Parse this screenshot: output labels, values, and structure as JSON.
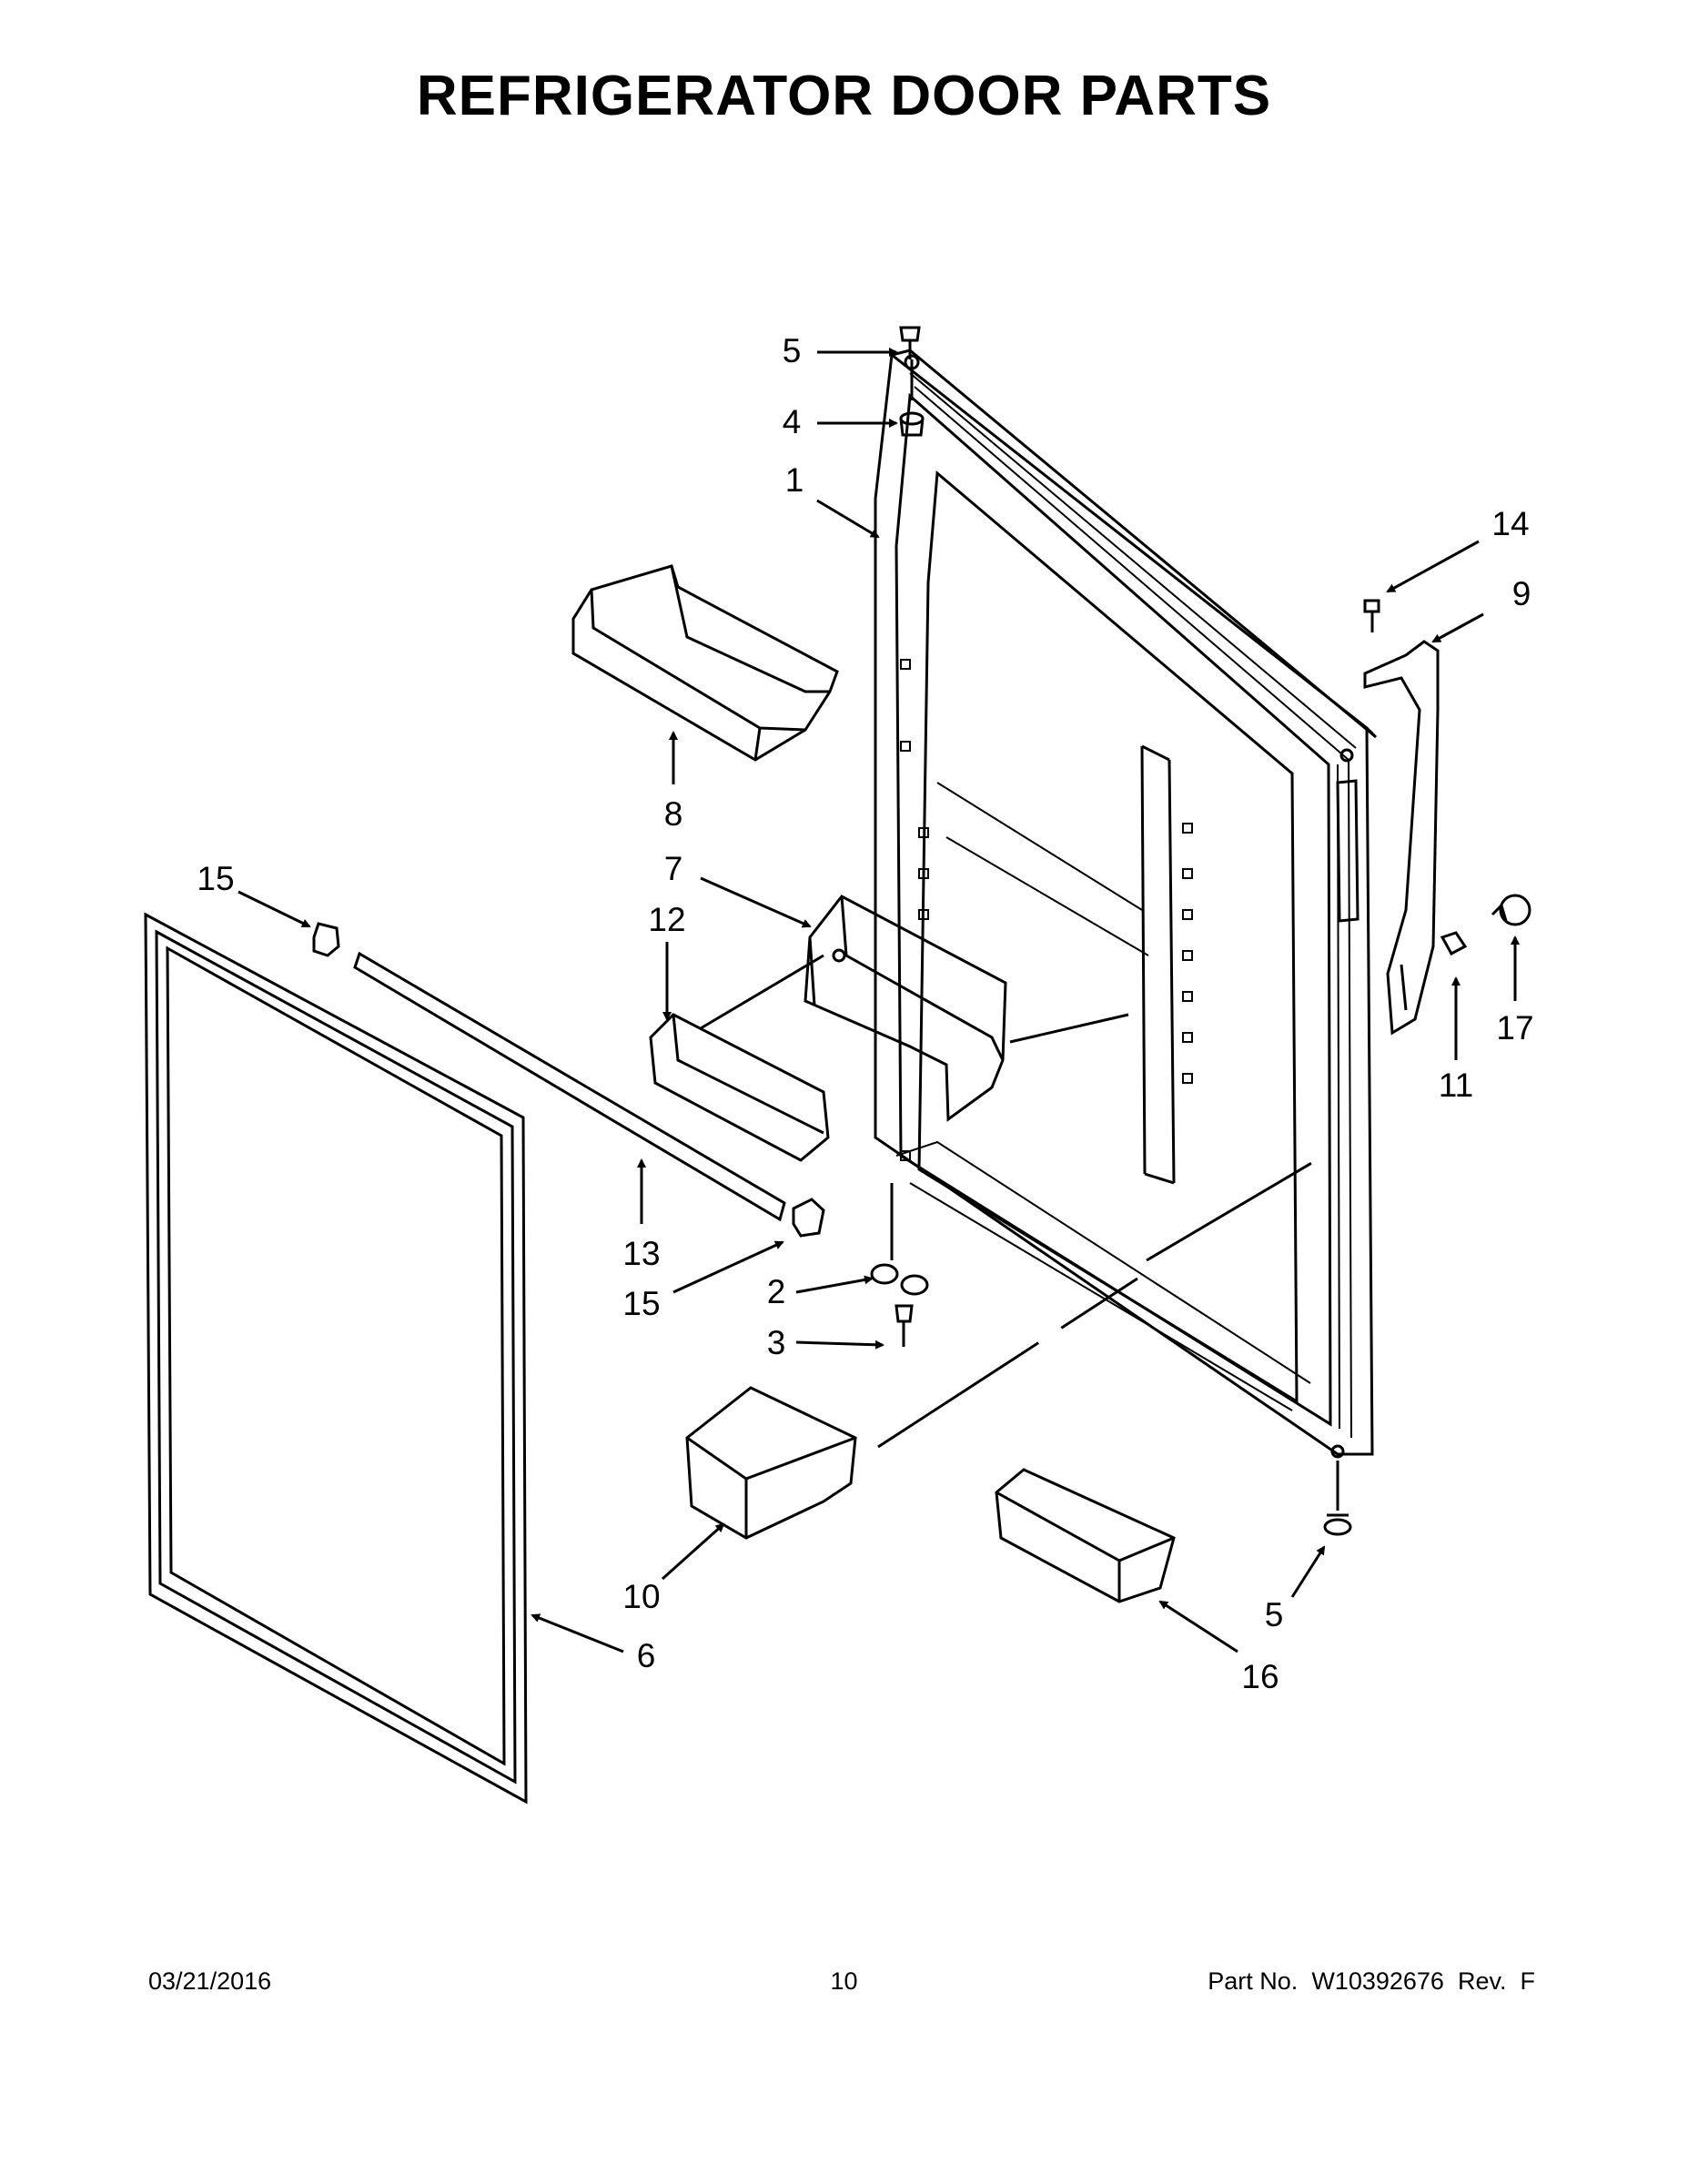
{
  "title": "REFRIGERATOR DOOR PARTS",
  "callouts": [
    "5",
    "4",
    "1",
    "14",
    "9",
    "8",
    "7",
    "12",
    "15",
    "11",
    "17",
    "13",
    "15",
    "2",
    "3",
    "10",
    "6",
    "5",
    "16"
  ],
  "footer": {
    "date": "03/21/2016",
    "page": "10",
    "part_label": "Part No.",
    "part_number": "W10392676",
    "rev_label": "Rev.",
    "rev": "F"
  }
}
